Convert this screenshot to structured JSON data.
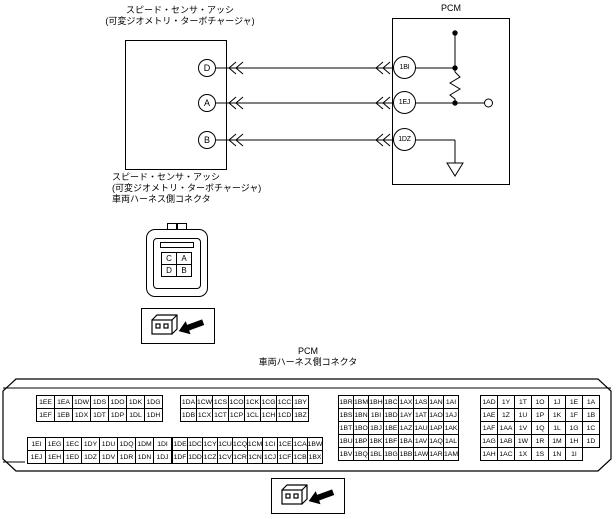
{
  "colors": {
    "ink": "#000000",
    "background": "#ffffff"
  },
  "sensor": {
    "title_line1": "スピード・センサ・アッシ",
    "title_line2": "(可変ジオメトリ・ターボチャージャ)",
    "pins": [
      "D",
      "A",
      "B"
    ]
  },
  "pcm": {
    "title": "PCM",
    "pins": [
      "1BI",
      "1EJ",
      "1DZ"
    ]
  },
  "sensor_harness_connector": {
    "label_line1": "スピード・センサ・アッシ",
    "label_line2": "(可変ジオメトリ・ターボチャージャ)",
    "label_line3": "車両ハーネス側コネクタ",
    "cells": [
      [
        "C",
        "A"
      ],
      [
        "D",
        "B"
      ]
    ]
  },
  "pcm_harness_connector": {
    "label_line1": "PCM",
    "label_line2": "車両ハーネス側コネクタ",
    "blocks": {
      "top_left": [
        [
          "1EE",
          "1EA",
          "1DW",
          "1DS",
          "1DO",
          "1DK",
          "1DG"
        ],
        [
          "1EF",
          "1EB",
          "1DX",
          "1DT",
          "1DP",
          "1DL",
          "1DH"
        ]
      ],
      "top_middle": [
        [
          "1DA",
          "1CW",
          "1CS",
          "1CO",
          "1CK",
          "1CG",
          "1CC",
          "1BY"
        ],
        [
          "1DB",
          "1CX",
          "1CT",
          "1CP",
          "1CL",
          "1CH",
          "1CD",
          "1BZ"
        ]
      ],
      "bottom_left": [
        [
          "1EI",
          "1EG",
          "1EC",
          "1DY",
          "1DU",
          "1DQ",
          "1DM",
          "1DI"
        ],
        [
          "1EJ",
          "1EH",
          "1ED",
          "1DZ",
          "1DV",
          "1DR",
          "1DN",
          "1DJ"
        ]
      ],
      "bottom_middle": [
        [
          "1DE",
          "1DC",
          "1CY",
          "1CU",
          "1CQ",
          "1CM",
          "1CI",
          "1CE",
          "1CA",
          "1BW"
        ],
        [
          "1DF",
          "1DD",
          "1CZ",
          "1CV",
          "1CR",
          "1CN",
          "1CJ",
          "1CF",
          "1CB",
          "1BX"
        ]
      ],
      "right": [
        [
          "1BR",
          "1BM",
          "1BH",
          "1BC",
          "1AX",
          "1AS",
          "1AN",
          "1AI"
        ],
        [
          "1BS",
          "1BN",
          "1BI",
          "1BD",
          "1AY",
          "1AT",
          "1AO",
          "1AJ"
        ],
        [
          "1BT",
          "1BO",
          "1BJ",
          "1BE",
          "1AZ",
          "1AU",
          "1AP",
          "1AK"
        ],
        [
          "1BU",
          "1BP",
          "1BK",
          "1BF",
          "1BA",
          "1AV",
          "1AQ",
          "1AL"
        ],
        [
          "1BV",
          "1BQ",
          "1BL",
          "1BG",
          "1BB",
          "1AW",
          "1AR",
          "1AM"
        ]
      ],
      "far_right": [
        [
          "1AD",
          "1Y",
          "1T",
          "1O",
          "1J",
          "1E",
          "1A"
        ],
        [
          "1AE",
          "1Z",
          "1U",
          "1P",
          "1K",
          "1F",
          "1B"
        ],
        [
          "1AF",
          "1AA",
          "1V",
          "1Q",
          "1L",
          "1G",
          "1C"
        ],
        [
          "1AG",
          "1AB",
          "1W",
          "1R",
          "1M",
          "1H",
          "1D"
        ],
        [
          "1AH",
          "1AC",
          "1X",
          "1S",
          "1N",
          "1I"
        ]
      ]
    }
  }
}
